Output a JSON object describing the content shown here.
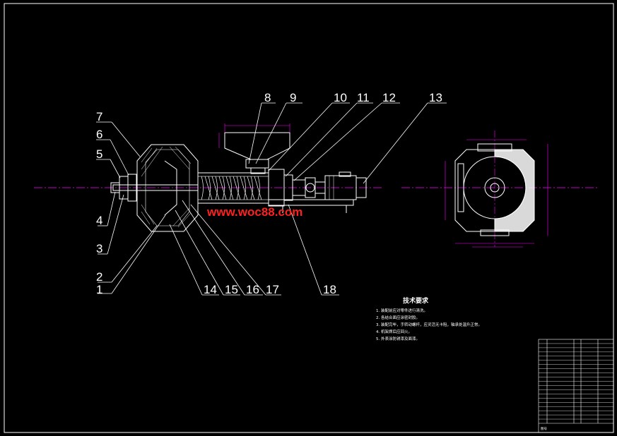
{
  "callouts": [
    "1",
    "2",
    "3",
    "4",
    "5",
    "6",
    "7",
    "8",
    "9",
    "10",
    "11",
    "12",
    "13",
    "14",
    "15",
    "16",
    "17",
    "18"
  ],
  "watermark": "www.woc88.com",
  "tech_requirements": {
    "title": "技术要求",
    "lines": [
      "1. 装配前应对零件进行清洗。",
      "2. 各结合面应涂密封胶。",
      "3. 装配完毕，手转动螺杆，应灵活无卡阻，轴承处温升正常。",
      "4. 机架焊后应回火。",
      "5. 外表涂防锈漆及面漆。"
    ]
  },
  "title_block": {
    "rows": 20,
    "bottom_label": "图号"
  },
  "colors": {
    "background": "#000000",
    "lines": "#ffffff",
    "centerline": "#ff00ff",
    "dimension": "#ff00ff",
    "watermark": "#ff2020",
    "frame": "#ffffff"
  }
}
